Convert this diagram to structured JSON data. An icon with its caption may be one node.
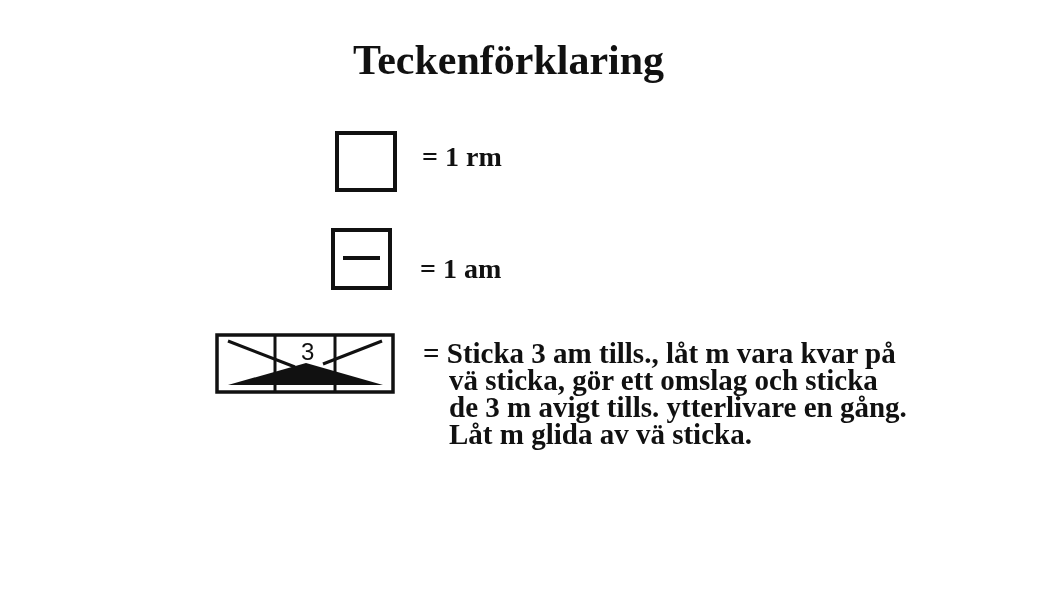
{
  "diagram": {
    "title": "Teckenförklaring",
    "labels": [
      "3"
    ],
    "legend": [
      {
        "text": "= 1 rm"
      },
      {
        "text": "= 1 am"
      },
      {
        "text": "= Sticka 3 am tills., låt m vara kvar på vä sticka, gör ett omslag och sticka de 3 m avigt tills. ytterlivare en gång. Låt m glida av vä sticka."
      }
    ]
  }
}
